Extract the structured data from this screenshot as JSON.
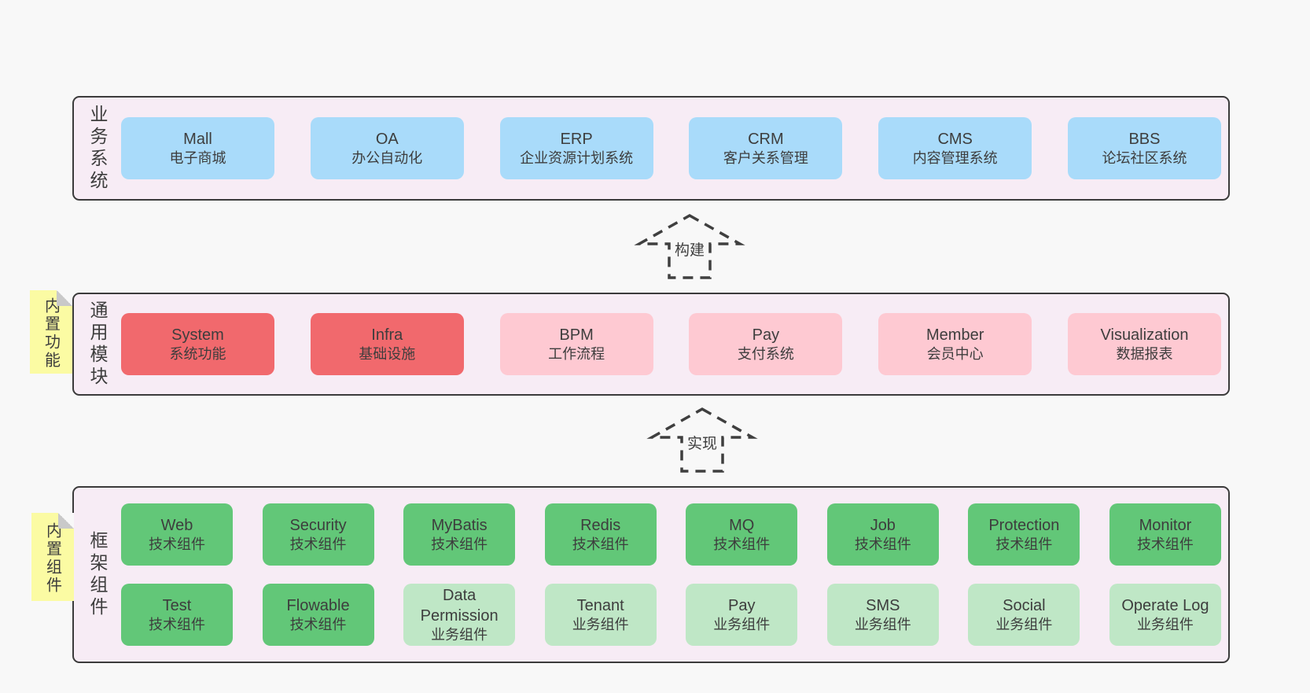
{
  "colors": {
    "page_bg": "#f8f8f8",
    "layer_bg": "#f7ecf5",
    "layer_border": "#3b3b3b",
    "blue": "#a9dbfa",
    "red": "#f1696d",
    "pink": "#fec9d2",
    "green_dark": "#62c778",
    "green_light": "#bfe7c6",
    "yellow": "#fbfba3",
    "fold_gray": "#c9c9c9",
    "text": "#3d3d3d",
    "arrow": "#3f3f3f"
  },
  "arrows": [
    {
      "label": "构建"
    },
    {
      "label": "实现"
    }
  ],
  "layers": [
    {
      "name": "business-systems",
      "side_label": "业务系统",
      "sticky_note": null,
      "rows": [
        [
          {
            "title": "Mall",
            "subtitle": "电子商城",
            "variant": "blue"
          },
          {
            "title": "OA",
            "subtitle": "办公自动化",
            "variant": "blue"
          },
          {
            "title": "ERP",
            "subtitle": "企业资源计划系统",
            "variant": "blue"
          },
          {
            "title": "CRM",
            "subtitle": "客户关系管理",
            "variant": "blue"
          },
          {
            "title": "CMS",
            "subtitle": "内容管理系统",
            "variant": "blue"
          },
          {
            "title": "BBS",
            "subtitle": "论坛社区系统",
            "variant": "blue"
          }
        ]
      ]
    },
    {
      "name": "common-modules",
      "side_label": "通用模块",
      "sticky_note": "内置功能",
      "rows": [
        [
          {
            "title": "System",
            "subtitle": "系统功能",
            "variant": "red"
          },
          {
            "title": "Infra",
            "subtitle": "基础设施",
            "variant": "red"
          },
          {
            "title": "BPM",
            "subtitle": "工作流程",
            "variant": "pink"
          },
          {
            "title": "Pay",
            "subtitle": "支付系统",
            "variant": "pink"
          },
          {
            "title": "Member",
            "subtitle": "会员中心",
            "variant": "pink"
          },
          {
            "title": "Visualization",
            "subtitle": "数据报表",
            "variant": "pink"
          }
        ]
      ]
    },
    {
      "name": "framework-components",
      "side_label": "框架组件",
      "sticky_note": "内置组件",
      "rows": [
        [
          {
            "title": "Web",
            "subtitle": "技术组件",
            "variant": "green-dark"
          },
          {
            "title": "Security",
            "subtitle": "技术组件",
            "variant": "green-dark"
          },
          {
            "title": "MyBatis",
            "subtitle": "技术组件",
            "variant": "green-dark"
          },
          {
            "title": "Redis",
            "subtitle": "技术组件",
            "variant": "green-dark"
          },
          {
            "title": "MQ",
            "subtitle": "技术组件",
            "variant": "green-dark"
          },
          {
            "title": "Job",
            "subtitle": "技术组件",
            "variant": "green-dark"
          },
          {
            "title": "Protection",
            "subtitle": "技术组件",
            "variant": "green-dark"
          },
          {
            "title": "Monitor",
            "subtitle": "技术组件",
            "variant": "green-dark"
          }
        ],
        [
          {
            "title": "Test",
            "subtitle": "技术组件",
            "variant": "green-dark"
          },
          {
            "title": "Flowable",
            "subtitle": "技术组件",
            "variant": "green-dark"
          },
          {
            "title": "Data Permission",
            "subtitle": "业务组件",
            "variant": "green-light"
          },
          {
            "title": "Tenant",
            "subtitle": "业务组件",
            "variant": "green-light"
          },
          {
            "title": "Pay",
            "subtitle": "业务组件",
            "variant": "green-light"
          },
          {
            "title": "SMS",
            "subtitle": "业务组件",
            "variant": "green-light"
          },
          {
            "title": "Social",
            "subtitle": "业务组件",
            "variant": "green-light"
          },
          {
            "title": "Operate Log",
            "subtitle": "业务组件",
            "variant": "green-light"
          }
        ]
      ]
    }
  ]
}
